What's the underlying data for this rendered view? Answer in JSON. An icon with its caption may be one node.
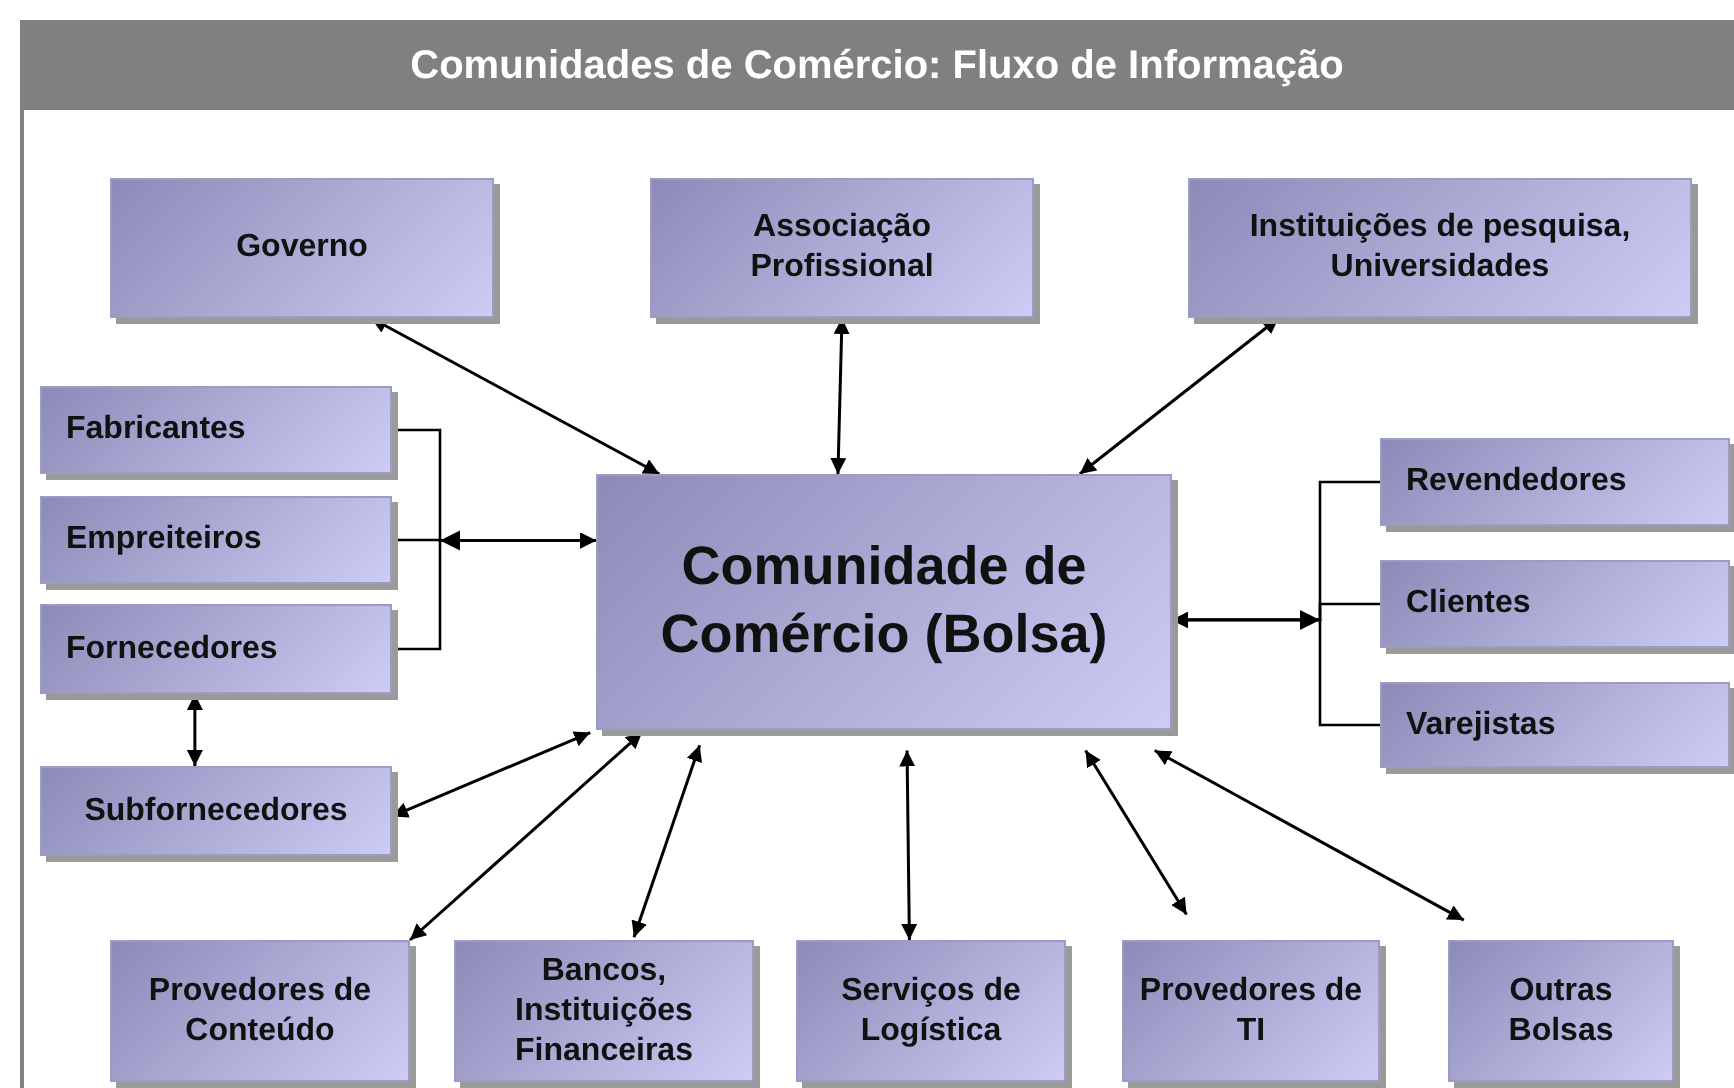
{
  "diagram": {
    "title": "Comunidades de Comércio: Fluxo de Informação",
    "nodes": [
      {
        "text": [
          "Governo"
        ]
      },
      {
        "text": [
          "Associação Profissional"
        ]
      },
      {
        "text": [
          "Instituições de pesquisa, Universidades"
        ]
      },
      {
        "text": [
          "Fabricantes"
        ]
      },
      {
        "text": [
          "Empreiteiros"
        ]
      },
      {
        "text": [
          "Fornecedores"
        ]
      },
      {
        "text": [
          "Comunidade de Comércio (Bolsa)"
        ]
      },
      {
        "text": [
          "Revendedores"
        ]
      },
      {
        "text": [
          "Clientes"
        ]
      },
      {
        "text": [
          "Varejistas"
        ]
      },
      {
        "text": [
          "Subfornecedores"
        ]
      },
      {
        "text": [
          "Provedores de Conteúdo"
        ]
      },
      {
        "text": [
          "Bancos, Instituições Financeiras"
        ]
      },
      {
        "text": [
          "Serviços de Logística"
        ]
      },
      {
        "text": [
          "Provedores de TI"
        ]
      },
      {
        "text": [
          "Outras Bolsas"
        ]
      }
    ],
    "edges": [
      {
        "from": 0,
        "to": 6,
        "arrow": "both"
      },
      {
        "from": 1,
        "to": 6,
        "arrow": "both"
      },
      {
        "from": 2,
        "to": 6,
        "arrow": "both"
      },
      {
        "from": 3,
        "to": 6,
        "arrow": "to"
      },
      {
        "from": 4,
        "to": 6,
        "arrow": "to"
      },
      {
        "from": 5,
        "to": 6,
        "arrow": "to"
      },
      {
        "from": 7,
        "to": 6,
        "arrow": "to"
      },
      {
        "from": 8,
        "to": 6,
        "arrow": "to"
      },
      {
        "from": 9,
        "to": 6,
        "arrow": "to"
      },
      {
        "from": 5,
        "to": 10,
        "arrow": "both"
      },
      {
        "from": 10,
        "to": 6,
        "arrow": "both"
      },
      {
        "from": 11,
        "to": 6,
        "arrow": "both"
      },
      {
        "from": 12,
        "to": 6,
        "arrow": "both"
      },
      {
        "from": 13,
        "to": 6,
        "arrow": "both"
      },
      {
        "from": 14,
        "to": 6,
        "arrow": "both"
      },
      {
        "from": 15,
        "to": 6,
        "arrow": "both"
      }
    ]
  }
}
